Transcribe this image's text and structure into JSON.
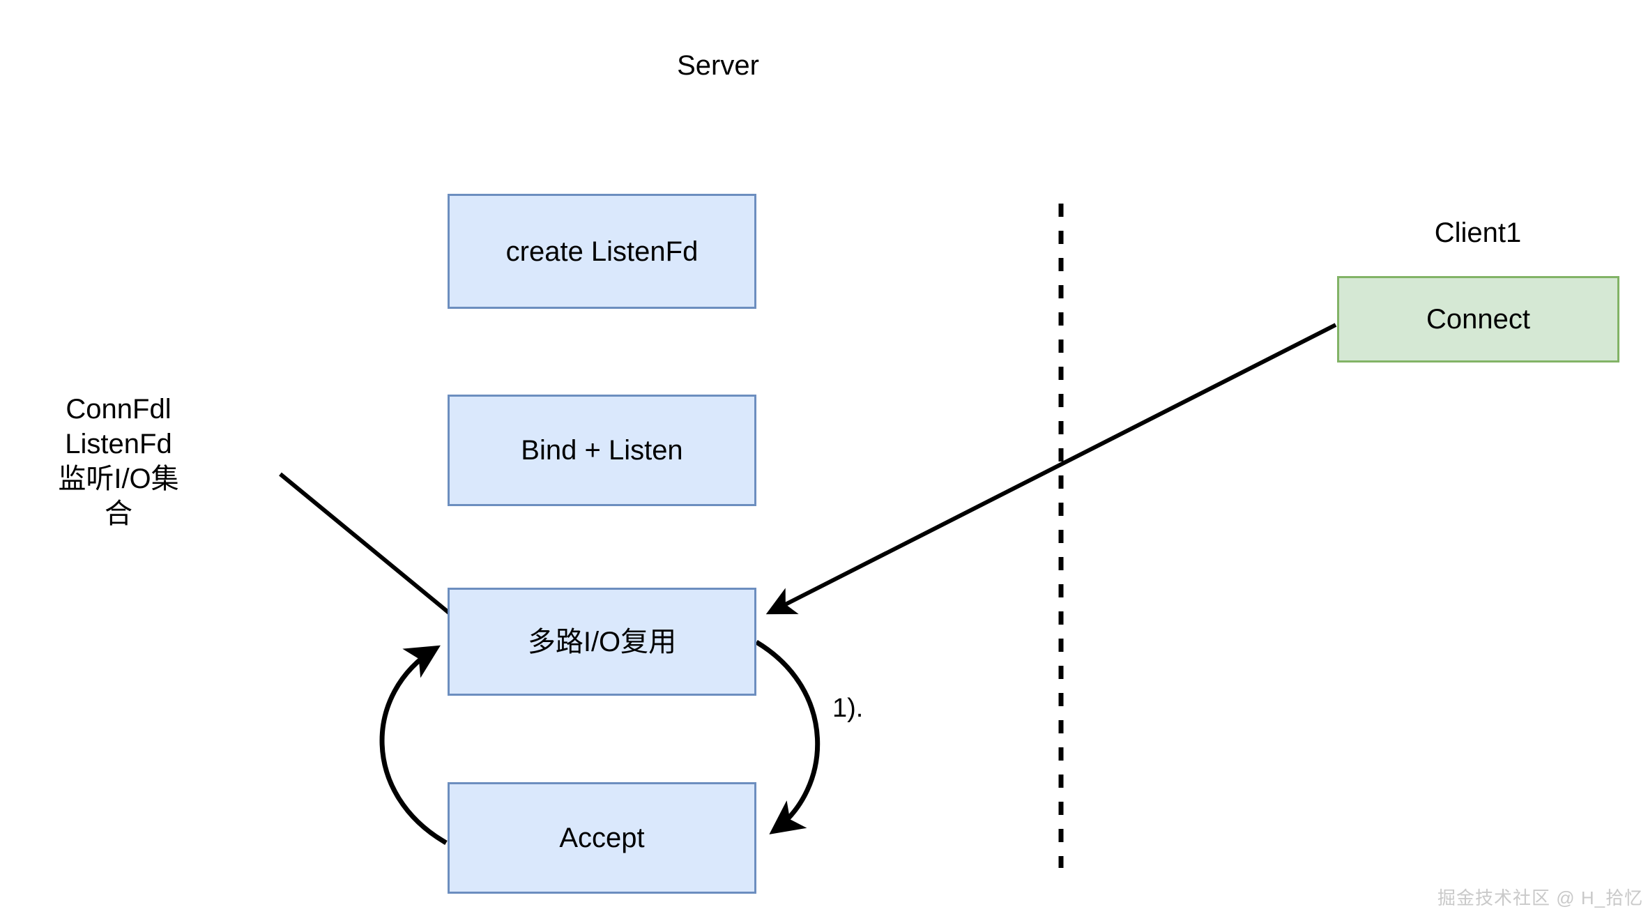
{
  "diagram": {
    "type": "flow-sequence",
    "background": "#ffffff",
    "lanes": [
      {
        "name": "server-lane",
        "title": "Server"
      },
      {
        "name": "client-lane",
        "title": "Client1"
      }
    ],
    "divider": {
      "name": "lane-divider",
      "style": "dashed-vertical"
    },
    "nodes": [
      {
        "id": "create-listenfd",
        "label": "create ListenFd",
        "shape": "rectangle",
        "fill": "#dae8fc",
        "stroke": "#6c8ebf",
        "lane": "server"
      },
      {
        "id": "bind-listen",
        "label": "Bind + Listen",
        "shape": "rectangle",
        "fill": "#dae8fc",
        "stroke": "#6c8ebf",
        "lane": "server"
      },
      {
        "id": "io-multiplex",
        "label": "多路I/O复用",
        "shape": "rectangle",
        "fill": "#dae8fc",
        "stroke": "#6c8ebf",
        "lane": "server"
      },
      {
        "id": "accept",
        "label": "Accept",
        "shape": "rectangle",
        "fill": "#dae8fc",
        "stroke": "#6c8ebf",
        "lane": "server"
      },
      {
        "id": "connect",
        "label": "Connect",
        "shape": "rectangle",
        "fill": "#d5e8d4",
        "stroke": "#82b366",
        "lane": "client"
      }
    ],
    "annotations": [
      {
        "id": "fd-set-note",
        "text": "ConnFdl\nListenFd\n监听I/O集\n合"
      }
    ],
    "edges": [
      {
        "id": "note-to-io-multiplex",
        "from": "fd-set-note",
        "to": "io-multiplex",
        "arrowhead": "none",
        "label": ""
      },
      {
        "id": "connect-to-io-multiplex",
        "from": "connect",
        "to": "io-multiplex",
        "arrowhead": "filled",
        "label": ""
      },
      {
        "id": "io-multiplex-to-accept",
        "from": "io-multiplex",
        "to": "accept",
        "arrowhead": "filled",
        "label": "1)."
      },
      {
        "id": "accept-to-io-multiplex",
        "from": "accept",
        "to": "io-multiplex",
        "arrowhead": "filled",
        "label": ""
      }
    ],
    "watermark": "掘金技术社区 @ H_拾忆"
  }
}
